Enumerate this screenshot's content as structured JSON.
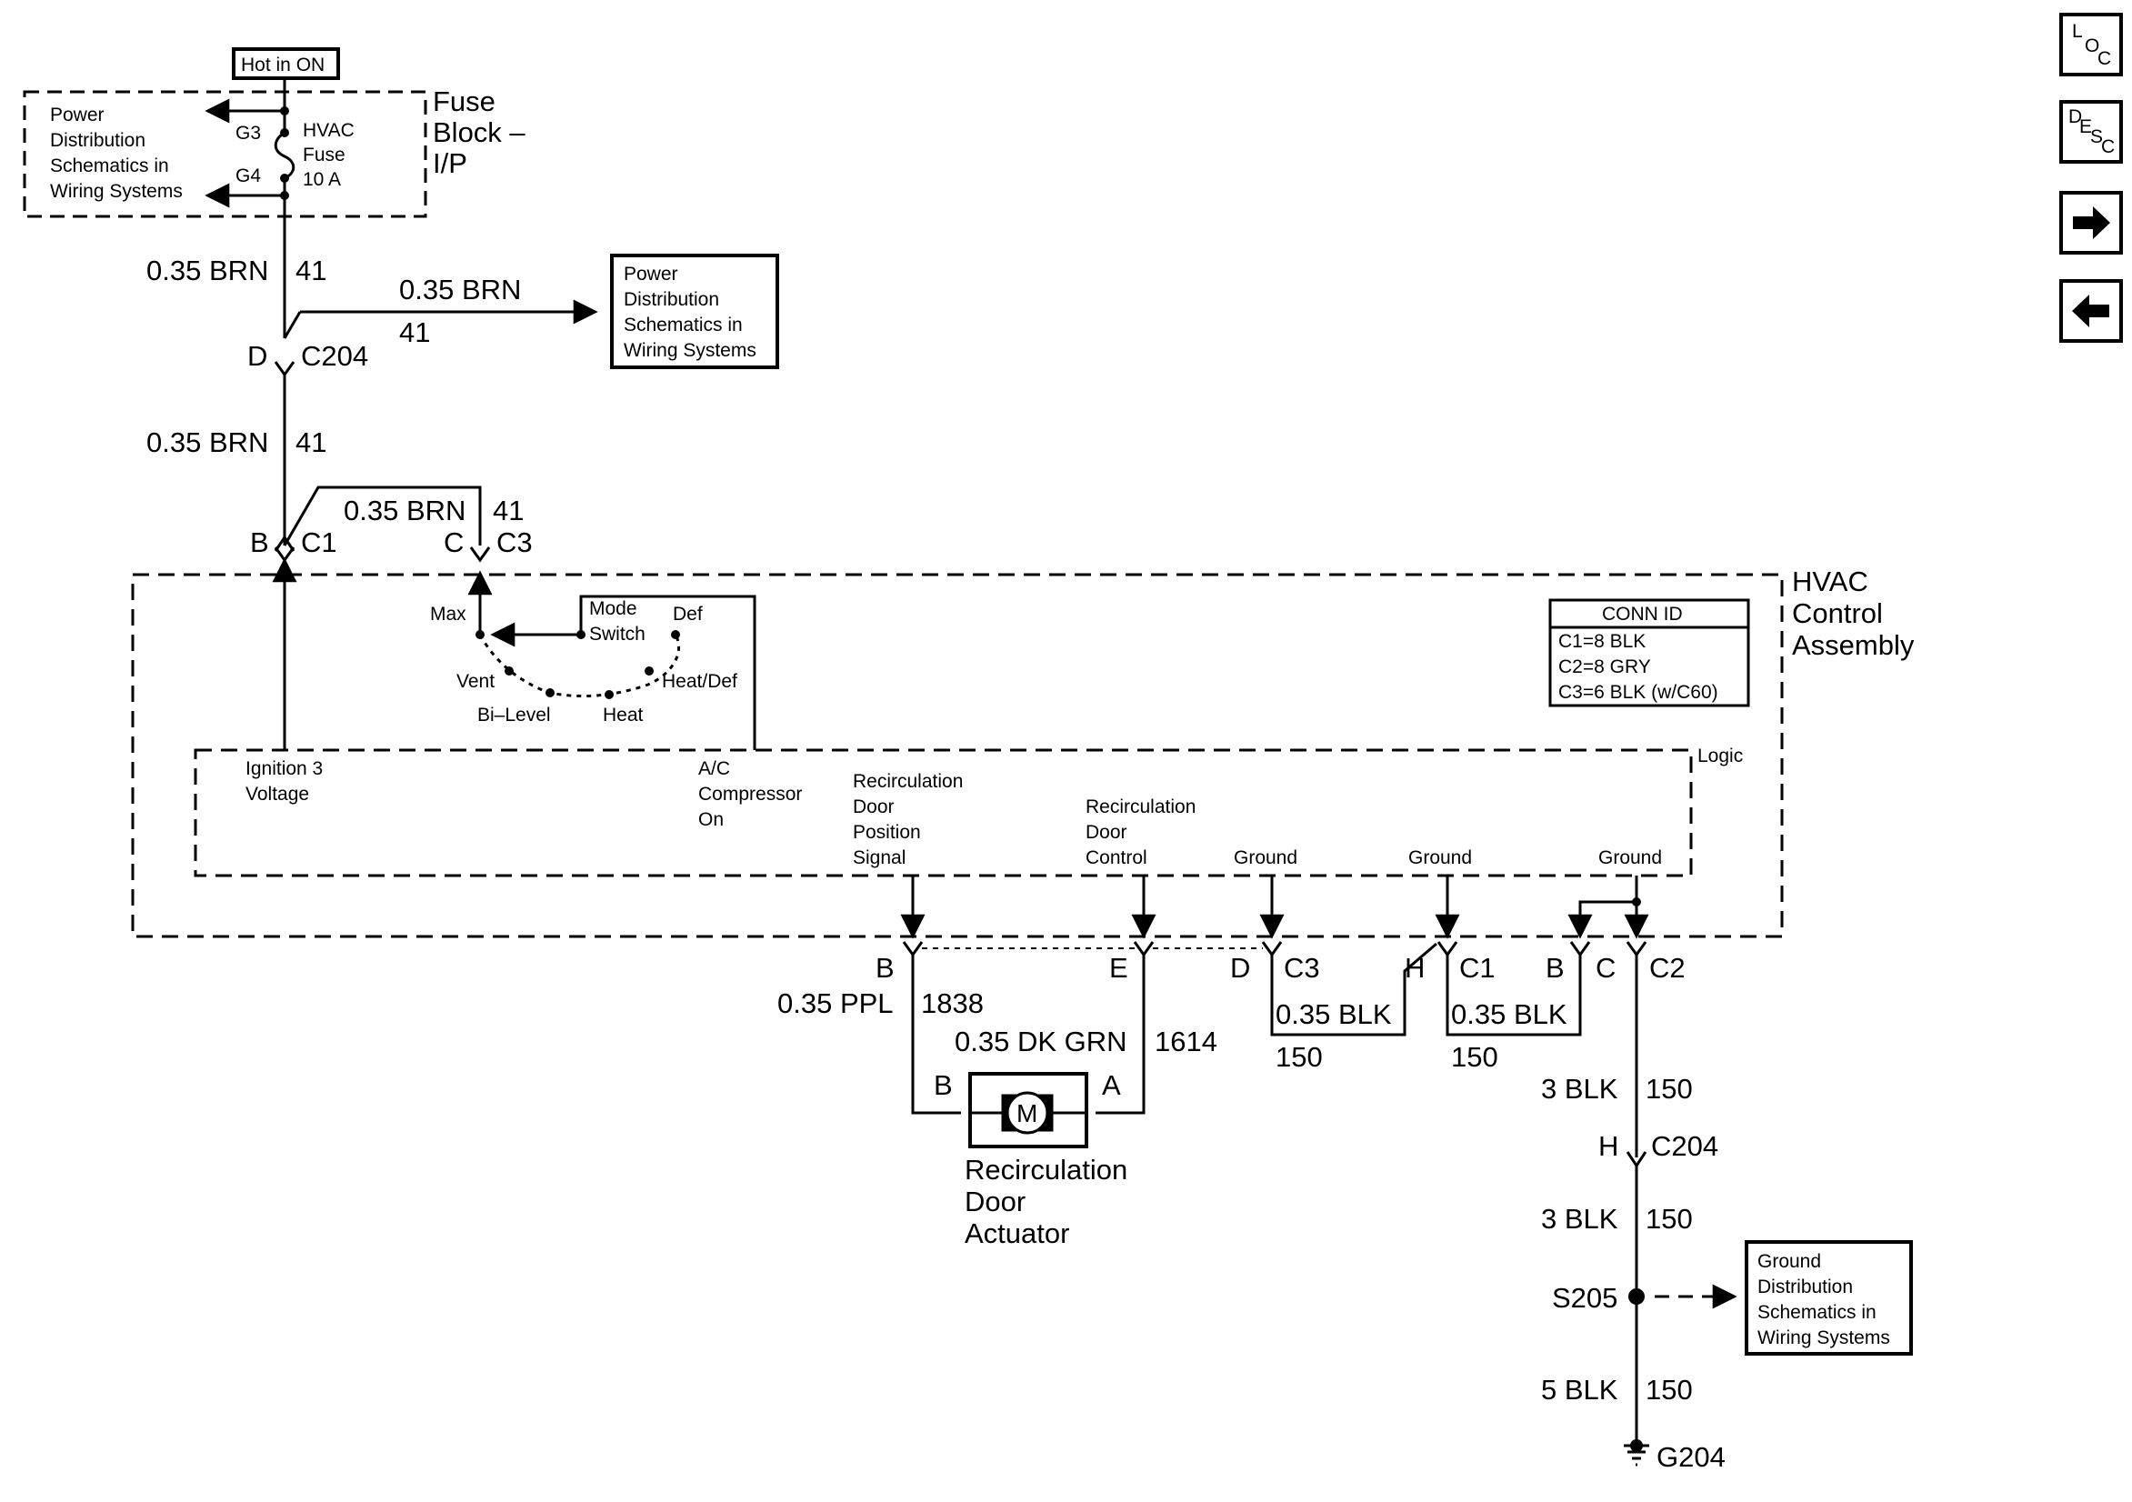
{
  "fuse_block": {
    "badge": "Hot in ON",
    "title_lines": [
      "Fuse",
      "Block –",
      "I/P"
    ],
    "left_ref_lines": [
      "Power",
      "Distribution",
      "Schematics in",
      "Wiring Systems"
    ],
    "terminal_g3": "G3",
    "terminal_g4": "G4",
    "fuse_lines": [
      "HVAC",
      "Fuse",
      "10 A"
    ]
  },
  "refs": {
    "power_box_lines": [
      "Power",
      "Distribution",
      "Schematics in",
      "Wiring Systems"
    ],
    "ground_box_lines": [
      "Ground",
      "Distribution",
      "Schematics in",
      "Wiring Systems"
    ]
  },
  "wires": {
    "brn_upper": {
      "label": "0.35 BRN",
      "circuit": "41"
    },
    "brn_branch": {
      "label": "0.35 BRN",
      "circuit": "41"
    },
    "brn_lower": {
      "label": "0.35 BRN",
      "circuit": "41"
    },
    "brn_c3": {
      "label": "0.35 BRN",
      "circuit": "41"
    },
    "ppl": {
      "label": "0.35 PPL",
      "circuit": "1838"
    },
    "dkgrn": {
      "label": "0.35 DK GRN",
      "circuit": "1614"
    },
    "blk_c3": {
      "label": "0.35 BLK",
      "circuit": "150"
    },
    "blk_c1": {
      "label": "0.35 BLK",
      "circuit": "150"
    },
    "blk_3a": {
      "label": "3 BLK",
      "circuit": "150"
    },
    "blk_3b": {
      "label": "3 BLK",
      "circuit": "150"
    },
    "blk_5": {
      "label": "5 BLK",
      "circuit": "150"
    }
  },
  "connectors": {
    "c204_top": {
      "pin": "D",
      "name": "C204"
    },
    "c1_b": {
      "pin": "B",
      "name": "C1"
    },
    "c3_c": {
      "pin": "C",
      "name": "C3"
    },
    "b_1838": {
      "pin": "B"
    },
    "e_1614": {
      "pin": "E"
    },
    "c3_d": {
      "pin": "D",
      "name": "C3"
    },
    "c1_h": {
      "pin": "H",
      "name": "C1"
    },
    "c2_b": {
      "pin": "B"
    },
    "c2_c": {
      "pin": "C",
      "name": "C2"
    },
    "c204_bottom": {
      "pin": "H",
      "name": "C204"
    }
  },
  "hvac": {
    "title_lines": [
      "HVAC",
      "Control",
      "Assembly"
    ],
    "conn_id_title": "CONN ID",
    "conn_id_lines": [
      "C1=8 BLK",
      "C2=8 GRY",
      "C3=6 BLK (w/C60)"
    ],
    "logic_label": "Logic",
    "mode_switch": {
      "label_lines": [
        "Mode",
        "Switch"
      ],
      "positions": [
        "Max",
        "Def",
        "Vent",
        "Heat/Def",
        "Bi–Level",
        "Heat"
      ]
    },
    "signals": {
      "ignition": [
        "Ignition 3",
        "Voltage"
      ],
      "ac": [
        "A/C",
        "Compressor",
        "On"
      ],
      "recirc_pos": [
        "Recirculation",
        "Door",
        "Position",
        "Signal"
      ],
      "recirc_ctrl": [
        "Recirculation",
        "Door",
        "Control"
      ],
      "ground1": "Ground",
      "ground2": "Ground",
      "ground3": "Ground"
    }
  },
  "actuator": {
    "motor_letter": "M",
    "pin_b": "B",
    "pin_a": "A",
    "label_lines": [
      "Recirculation",
      "Door",
      "Actuator"
    ]
  },
  "splice": "S205",
  "ground_point": "G204",
  "nav": {
    "loc_letters": [
      "L",
      "O",
      "C"
    ],
    "desc_letters": [
      "D",
      "E",
      "S",
      "C"
    ],
    "next_icon": "arrow-right-icon",
    "prev_icon": "arrow-left-icon"
  }
}
